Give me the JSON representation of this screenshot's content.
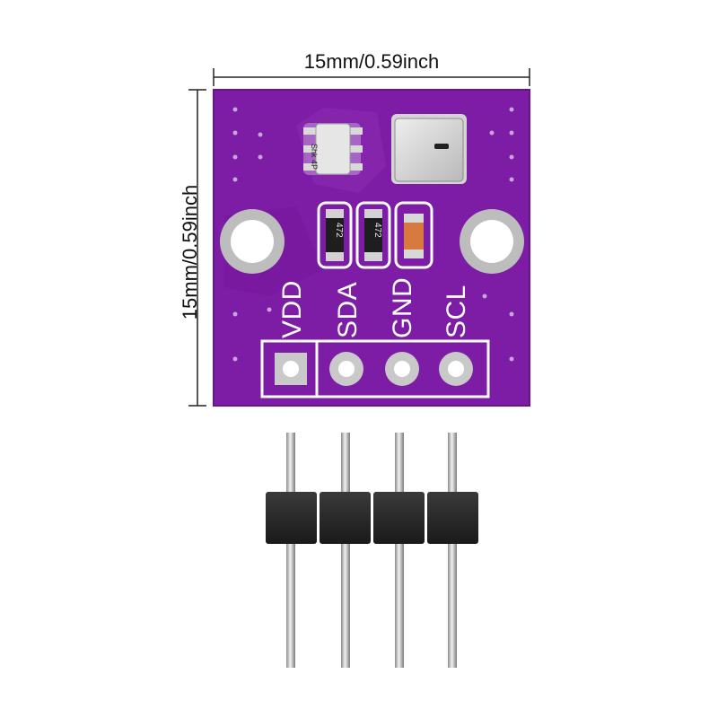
{
  "dimensions": {
    "width_label": "15mm/0.59inch",
    "height_label": "15mm/0.59inch"
  },
  "board": {
    "pin_labels": [
      "VDD",
      "SDA",
      "GND",
      "SCL"
    ],
    "resistor_labels": [
      "472",
      "472"
    ],
    "chip_marking": "Shk 4P",
    "colors": {
      "pcb": "#7d1ca4",
      "silkscreen": "#ffffff",
      "pad": "#c9c9c9"
    }
  },
  "header": {
    "pin_count": 4,
    "colors": {
      "plastic": "#262626",
      "pin": "#b8b8b8"
    }
  }
}
